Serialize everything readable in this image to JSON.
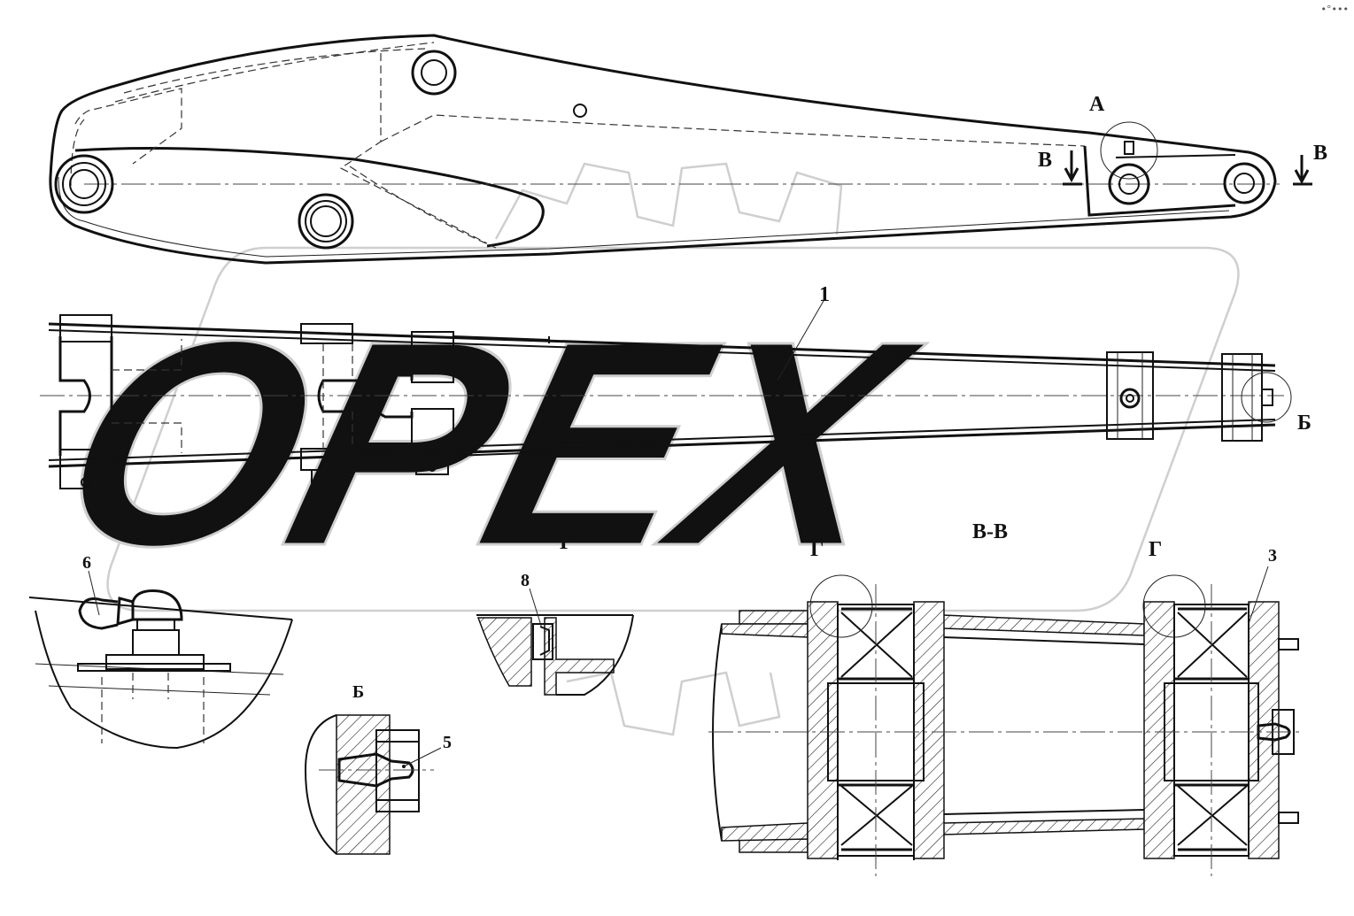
{
  "labels": {
    "part_1": "1",
    "view_a_mark": "А",
    "section_b_left": "В",
    "section_b_right": "В",
    "view_b_mark": "Б",
    "view_a_title": "А",
    "view_g_title": "Г",
    "section_title": "В-В",
    "g_mark_left": "Г",
    "g_mark_right": "Г",
    "part_3": "3",
    "part_6": "6",
    "part_8": "8",
    "view_b_title": "Б",
    "part_5": "5"
  },
  "watermark": {
    "text": "OPEX"
  },
  "corner_mark": "•°•••",
  "colors": {
    "line": "#111111",
    "watermark": "#cfcfcf",
    "background": "#ffffff"
  }
}
